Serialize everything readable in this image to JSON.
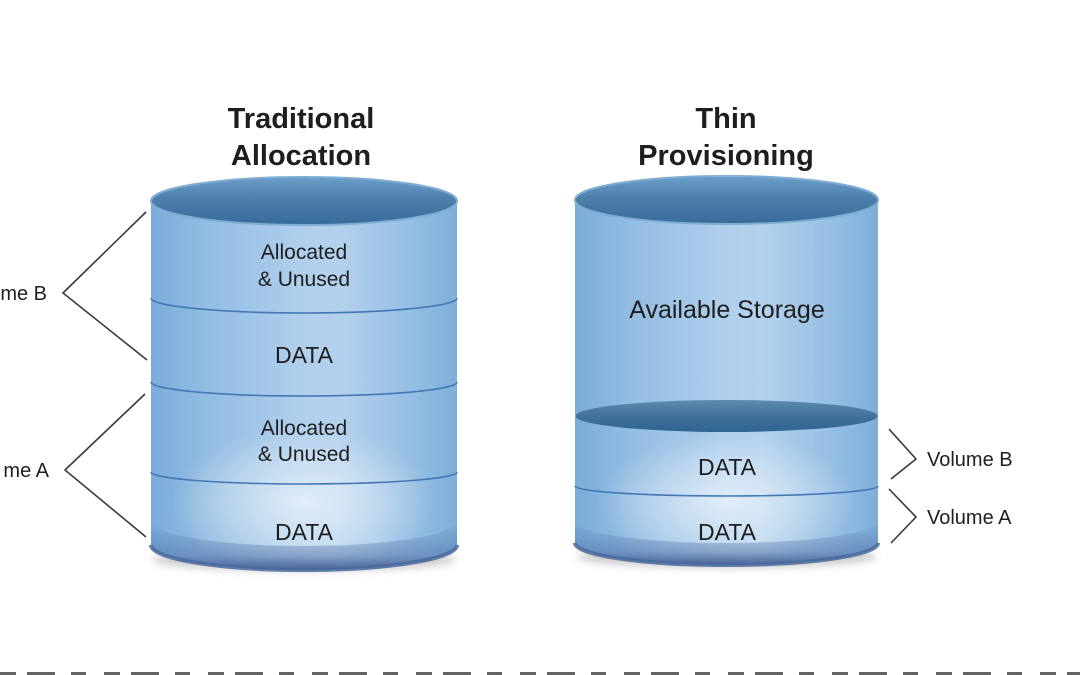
{
  "titles": {
    "left_line1": "Traditional",
    "left_line2": "Allocation",
    "right_line1": "Thin",
    "right_line2": "Provisioning"
  },
  "left_cylinder": {
    "sections": [
      {
        "line1": "Allocated",
        "line2": "& Unused"
      },
      {
        "label": "DATA"
      },
      {
        "line1": "Allocated",
        "line2": "& Unused"
      },
      {
        "label": "DATA"
      }
    ]
  },
  "right_cylinder": {
    "available": "Available Storage",
    "sections": [
      {
        "label": "DATA"
      },
      {
        "label": "DATA"
      }
    ]
  },
  "callouts": {
    "left": [
      {
        "label": "me B"
      },
      {
        "label": "me A"
      }
    ],
    "right": [
      {
        "label": "Volume B"
      },
      {
        "label": "Volume A"
      }
    ]
  },
  "colors": {
    "background": "#ffffff",
    "cylinder_body_light": "#b3d1ed",
    "cylinder_body_edge": "#79acd9",
    "cylinder_top_dark": "#376b9b",
    "cylinder_top_light": "#6b9ec9",
    "divider_line": "#4377b5",
    "bottom_rim": "#49699e",
    "text": "#1e1e1e",
    "callout_line": "#3a3a3a"
  }
}
